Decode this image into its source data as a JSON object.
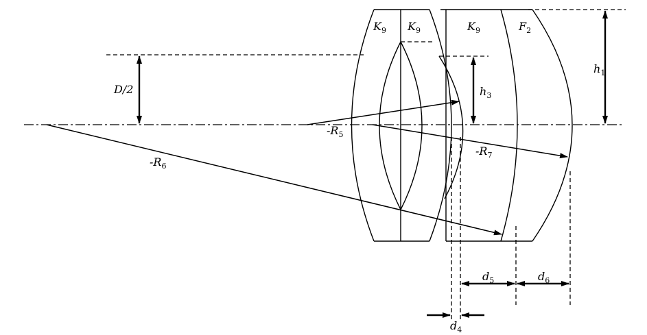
{
  "labels": {
    "k9_a": "K",
    "k9_b": "K",
    "k9_c": "K",
    "f2": "F",
    "h1": "h",
    "h3": "h",
    "d_half": "D/2",
    "r5": "-R",
    "r6": "-R",
    "r7": "-R",
    "d4": "d",
    "d5": "d",
    "d6": "d"
  },
  "subs": {
    "k9_a": "9",
    "k9_b": "9",
    "k9_c": "9",
    "f2": "2",
    "h1": "1",
    "h3": "3",
    "r5": "5",
    "r6": "6",
    "r7": "7",
    "d4": "4",
    "d5": "5",
    "d6": "6"
  }
}
